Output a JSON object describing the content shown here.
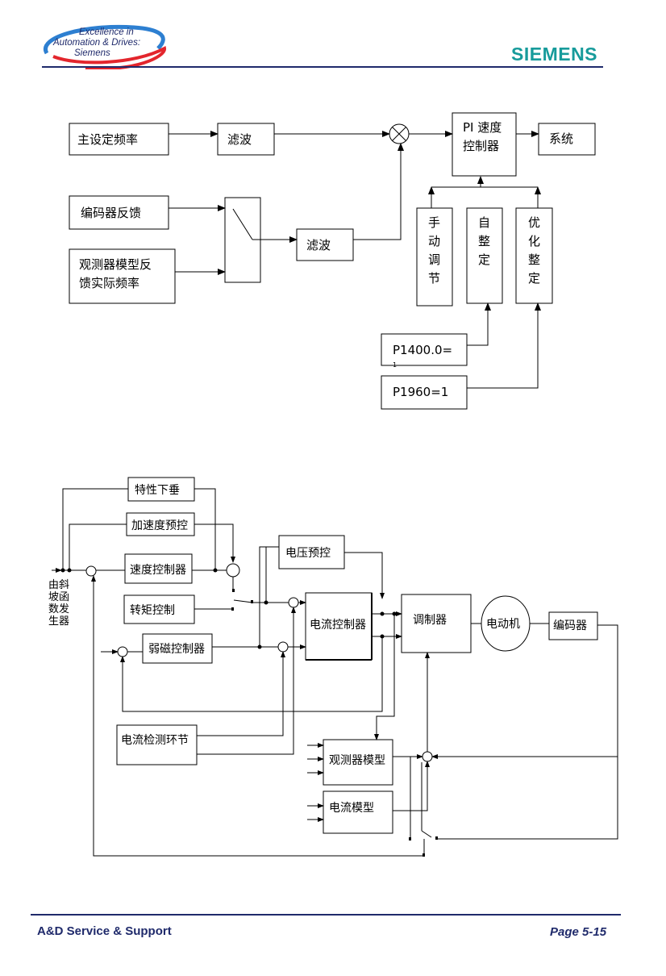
{
  "header": {
    "logo_line1": "Excellence in",
    "logo_line2": "Automation & Drives:",
    "logo_line3": "Siemens",
    "brand": "SIEMENS",
    "brand_color": "#179b9b"
  },
  "footer": {
    "left": "A&D Service & Support",
    "right": "Page 5-15",
    "color": "#1f2a6b"
  },
  "diagram1": {
    "main_setpoint": "主设定频率",
    "filter": "滤波",
    "encoder_feedback": "编码器反馈",
    "observer_line1": "观测器模型反",
    "observer_line2": "馈实际频率",
    "filter2": "滤波",
    "pi_line1": "PI 速度",
    "pi_line2": "控制器",
    "system": "系统",
    "manual": [
      "手",
      "动",
      "调",
      "节"
    ],
    "auto": [
      "自",
      "整",
      "定"
    ],
    "optimize": [
      "优",
      "化",
      "整",
      "定"
    ],
    "param1": "P1400.0=",
    "param1_cut": "1",
    "param2": "P1960=1"
  },
  "diagram2": {
    "droop": "特性下垂",
    "accel_precontrol": "加速度预控",
    "speed_controller": "速度控制器",
    "torque_control": "转矩控制",
    "field_weakening": "弱磁控制器",
    "voltage_precontrol": "电压预控",
    "current_controller": "电流控制器",
    "modulator": "调制器",
    "motor": "电动机",
    "encoder": "编码器",
    "current_detection": "电流检测环节",
    "observer_model": "观测器模型",
    "current_model": "电流模型",
    "ramp_gen": [
      "由斜",
      "坡函",
      "数发",
      "生器"
    ]
  }
}
